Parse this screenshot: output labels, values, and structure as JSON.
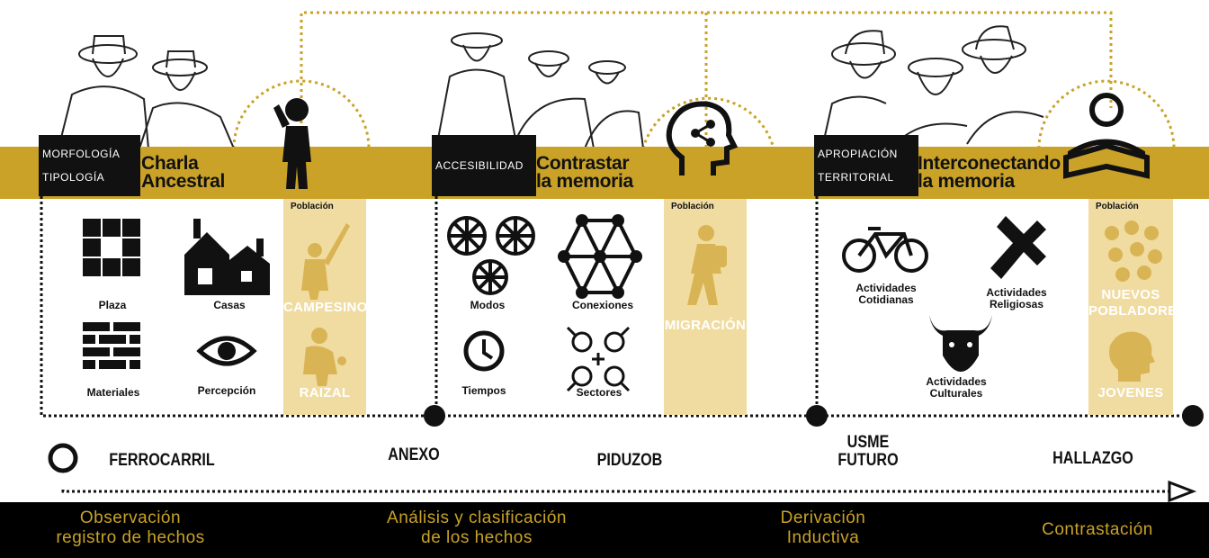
{
  "sections": [
    {
      "tag_line1": "MORFOLOGÍA",
      "tag_line2": "TIPOLOGÍA",
      "title_line1": "Charla",
      "title_line2": "Ancestral"
    },
    {
      "tag_line1": "ACCESIBILIDAD",
      "tag_line2": "",
      "title_line1": "Contrastar",
      "title_line2": "la memoria"
    },
    {
      "tag_line1": "APROPIACIÓN",
      "tag_line2": "TERRITORIAL",
      "title_line1": "Interconectando",
      "title_line2": "la memoria"
    }
  ],
  "population": {
    "header": "Población",
    "col1": [
      "CAMPESINO",
      "RAIZAL"
    ],
    "col2": [
      "MIGRACIÓN"
    ],
    "col3": [
      "NUEVOS POBLADORES",
      "JOVENES"
    ]
  },
  "icons1": {
    "plaza": "Plaza",
    "casas": "Casas",
    "materiales": "Materiales",
    "percepcion": "Percepción"
  },
  "icons2": {
    "modos": "Modos",
    "conexiones": "Conexiones",
    "tiempos": "Tiempos",
    "sectores": "Sectores"
  },
  "icons3": {
    "cotidianas": "Actividades Cotidianas",
    "religiosas": "Actividades Religiosas",
    "culturales": "Actividades Culturales"
  },
  "stops": [
    "FERROCARRIL",
    "ANEXO",
    "PIDUZOB",
    "USME FUTURO",
    "HALLAZGO"
  ],
  "phases": [
    {
      "line1": "Observación",
      "line2": "registro de hechos"
    },
    {
      "line1": "Análisis y clasificación",
      "line2": "de los hechos"
    },
    {
      "line1": "Derivación",
      "line2": "Inductiva"
    },
    {
      "line1": "",
      "line2": "Contrastación"
    }
  ],
  "colors": {
    "gold": "#c9a227",
    "pale_gold": "#f0dca0",
    "black": "#111111"
  }
}
